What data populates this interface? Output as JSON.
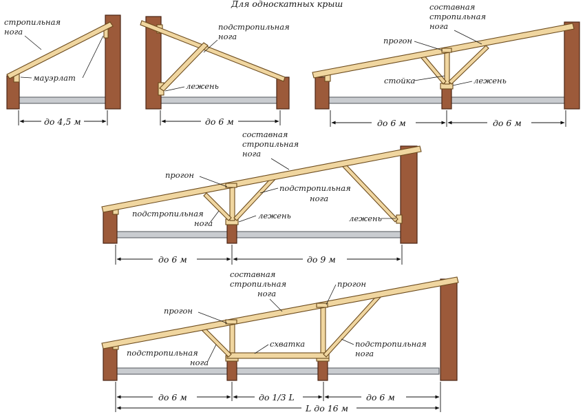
{
  "title": "Для односкатных крыш",
  "labels": {
    "rafter": "стропильная",
    "rafter_leg": "нога",
    "mauerlat": "мауэрлат",
    "strut": "подстропильная",
    "strut_leg": "нога",
    "sill": "лежень",
    "purlin": "прогон",
    "post": "стойка",
    "composite1": "составная",
    "composite2": "стропильная",
    "composite3": "нога",
    "tie": "схватка"
  },
  "dimensions": {
    "d1": "до 4,5 м",
    "d2": "до 6 м",
    "d3a": "до 6 м",
    "d3b": "до 6 м",
    "d4a": "до 6 м",
    "d4b": "до 9 м",
    "d5a": "до 6 м",
    "d5b": "до 1/3 L",
    "d5c": "до 6 м",
    "d5total": "L до 16 м"
  }
}
